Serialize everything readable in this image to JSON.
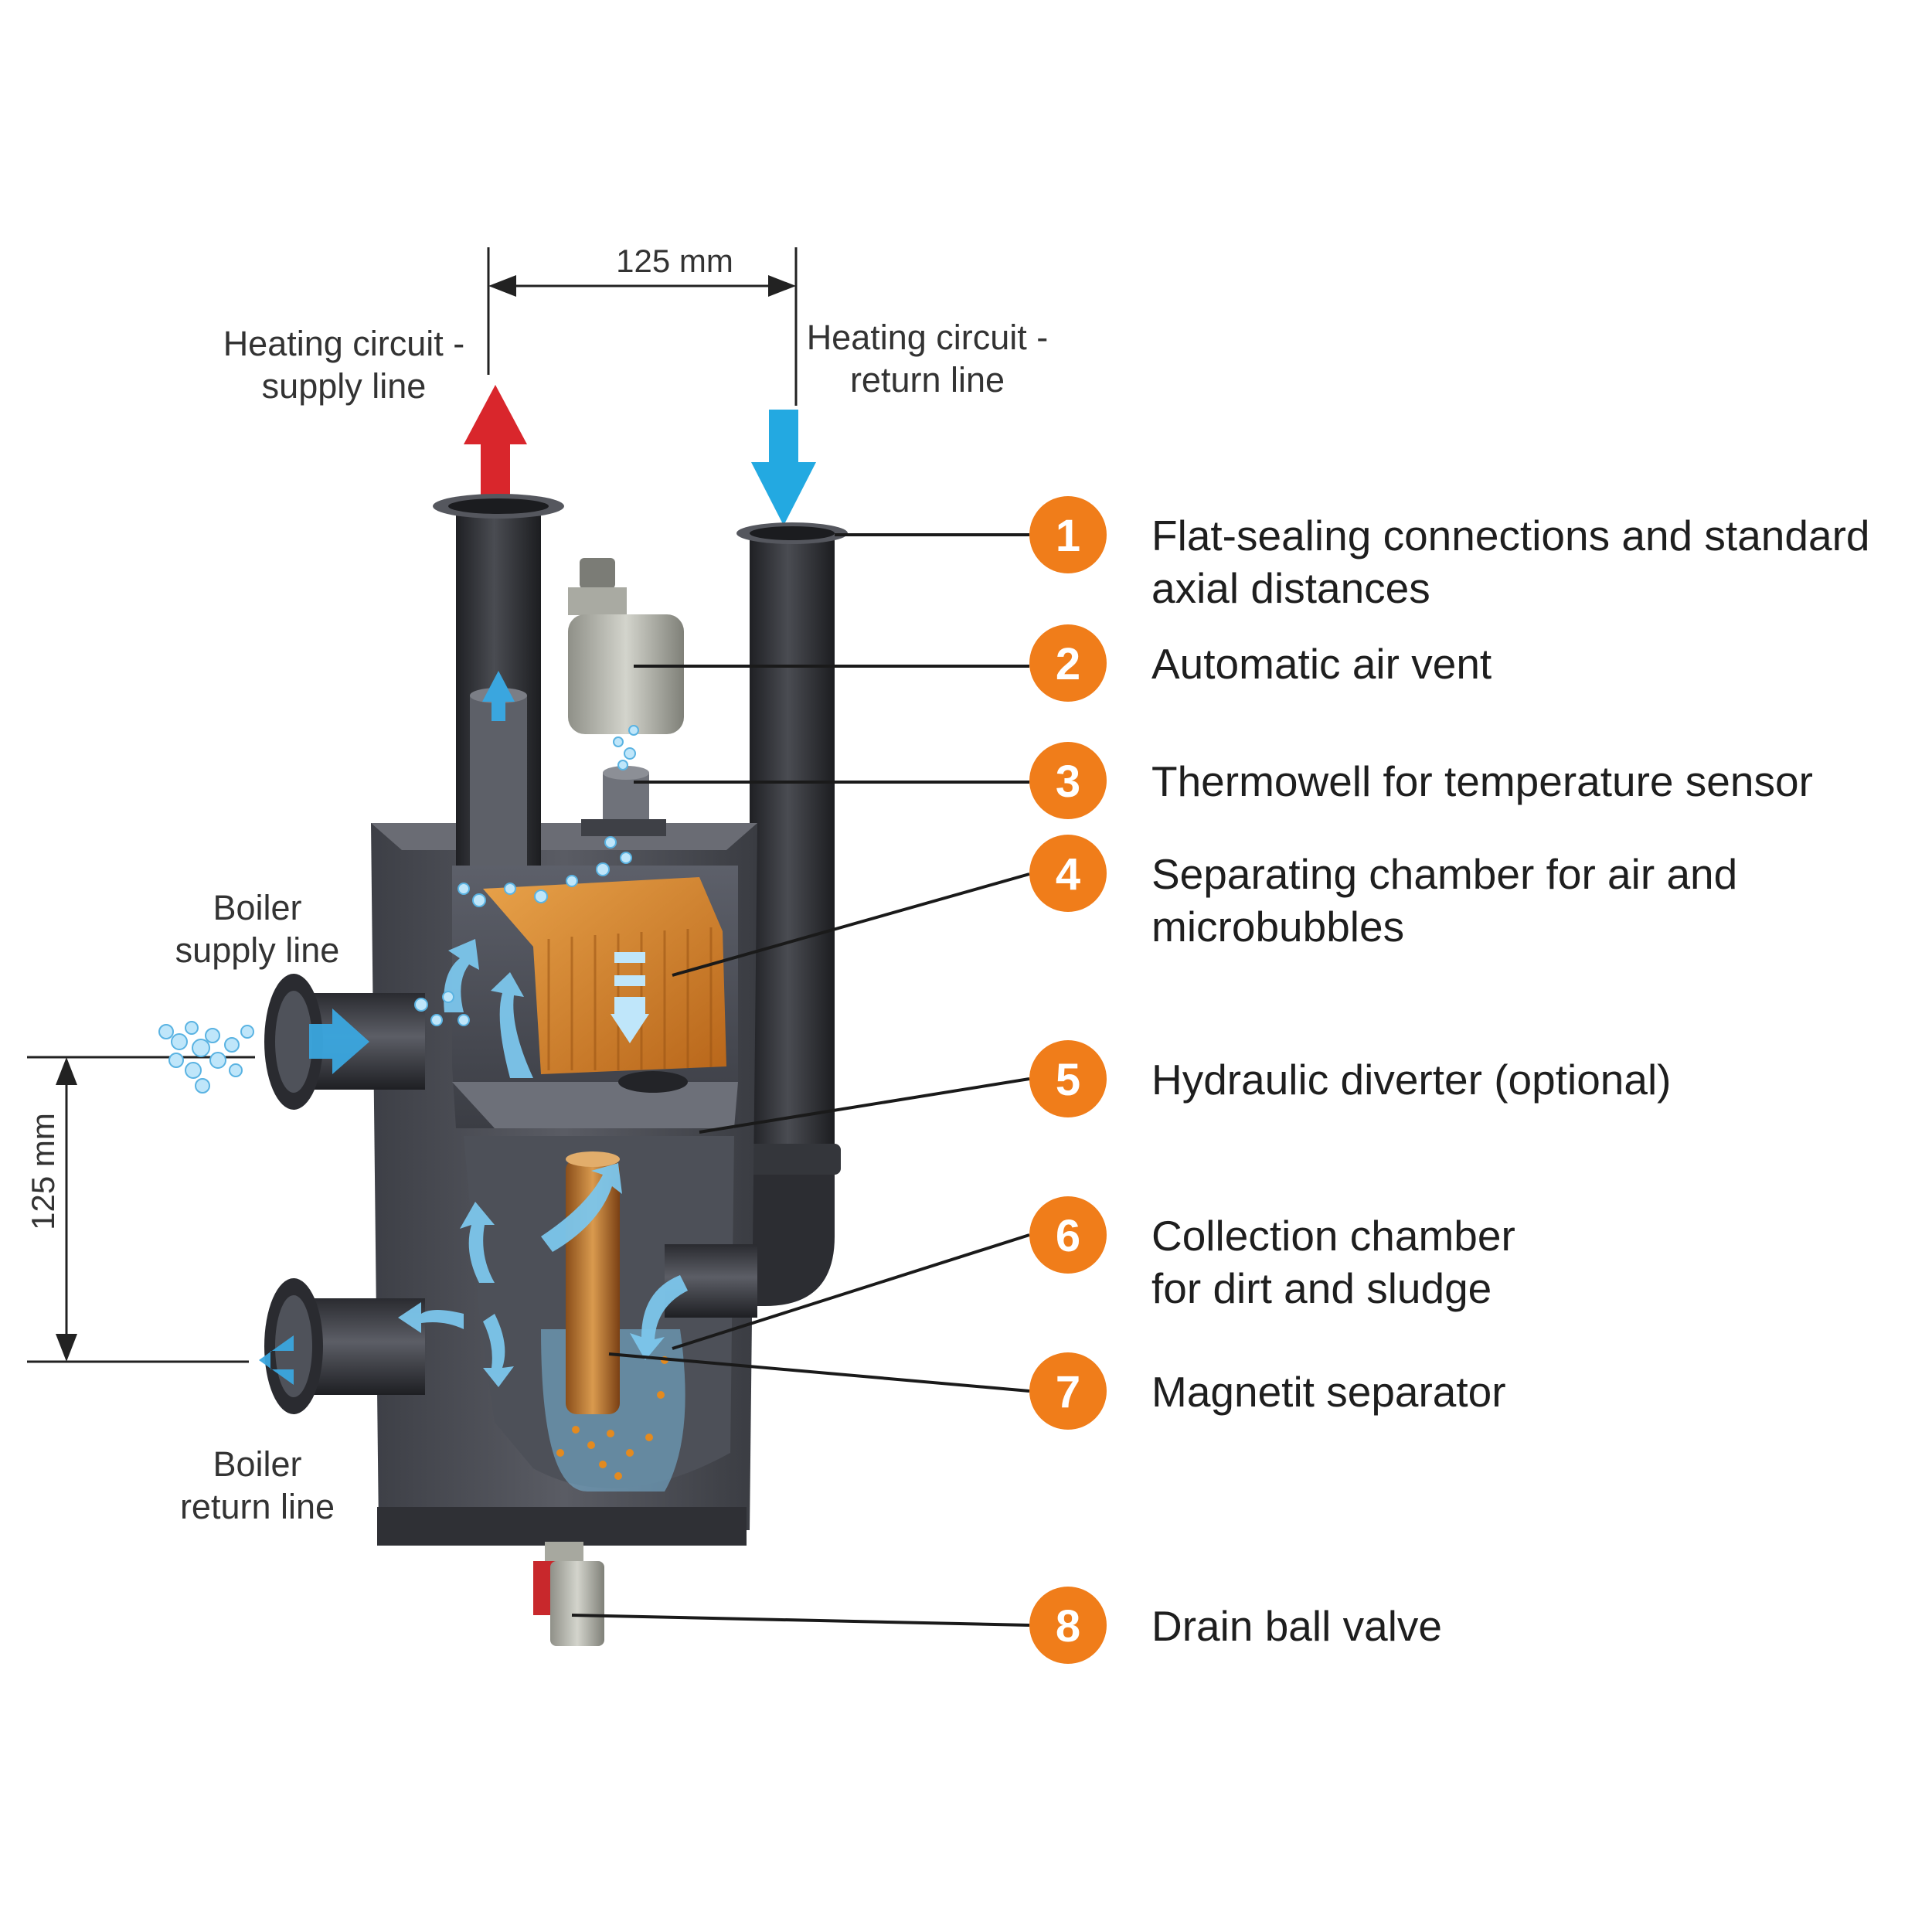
{
  "dimensions": {
    "horizontal": "125 mm",
    "vertical": "125 mm"
  },
  "flow_labels": {
    "heating_supply": [
      "Heating circuit -",
      "supply line"
    ],
    "heating_return": [
      "Heating circuit -",
      "return line"
    ],
    "boiler_supply": [
      "Boiler",
      "supply line"
    ],
    "boiler_return": [
      "Boiler",
      "return line"
    ]
  },
  "callouts": [
    {
      "number": "1",
      "lines": [
        "Flat-sealing connections and standard",
        "axial distances"
      ]
    },
    {
      "number": "2",
      "lines": [
        "Automatic air vent"
      ]
    },
    {
      "number": "3",
      "lines": [
        "Thermowell for temperature sensor"
      ]
    },
    {
      "number": "4",
      "lines": [
        "Separating chamber for air and",
        "microbubbles"
      ]
    },
    {
      "number": "5",
      "lines": [
        "Hydraulic diverter (optional)"
      ]
    },
    {
      "number": "6",
      "lines": [
        "Collection chamber",
        "for dirt and sludge"
      ]
    },
    {
      "number": "7",
      "lines": [
        "Magnetit separator"
      ]
    },
    {
      "number": "8",
      "lines": [
        "Drain ball valve"
      ]
    }
  ],
  "colors": {
    "badge": "#f07d1a",
    "supply_arrow": "#d9262c",
    "return_arrow": "#23a9e1",
    "body": "#4a4c54",
    "pipe": "#2e3034",
    "chamber": "#d98a2b",
    "flow": "#7cc6ec"
  },
  "icons": {
    "supply": "up-arrow-icon",
    "return": "down-arrow-icon",
    "badge": "number-circle-icon"
  }
}
